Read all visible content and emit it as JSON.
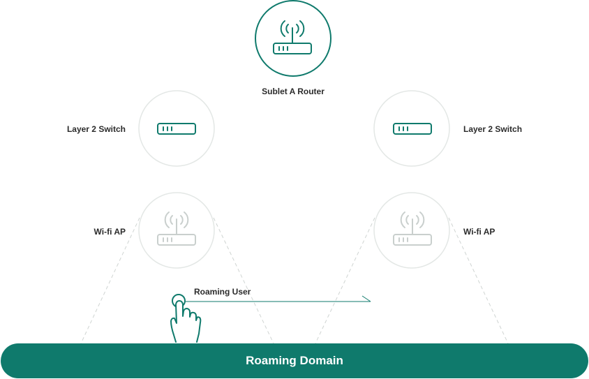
{
  "colors": {
    "accent": "#0f7a6c",
    "faded_icon": "#c9cfcd",
    "faded_circle": "#e3e7e5",
    "dashed_line": "#c9cfcd",
    "bar_text": "#ffffff"
  },
  "nodes": {
    "router": {
      "label": "Sublet A Router",
      "icon": "router-antenna-icon"
    },
    "switch_left": {
      "label": "Layer 2 Switch",
      "icon": "switch-icon"
    },
    "switch_right": {
      "label": "Layer 2 Switch",
      "icon": "switch-icon"
    },
    "ap_left": {
      "label": "Wi-fi AP",
      "icon": "wifi-ap-icon"
    },
    "ap_right": {
      "label": "Wi-fi AP",
      "icon": "wifi-ap-icon"
    }
  },
  "roaming_user": {
    "label": "Roaming User",
    "icon": "hand-pointer-icon"
  },
  "domain": {
    "label": "Roaming Domain"
  }
}
